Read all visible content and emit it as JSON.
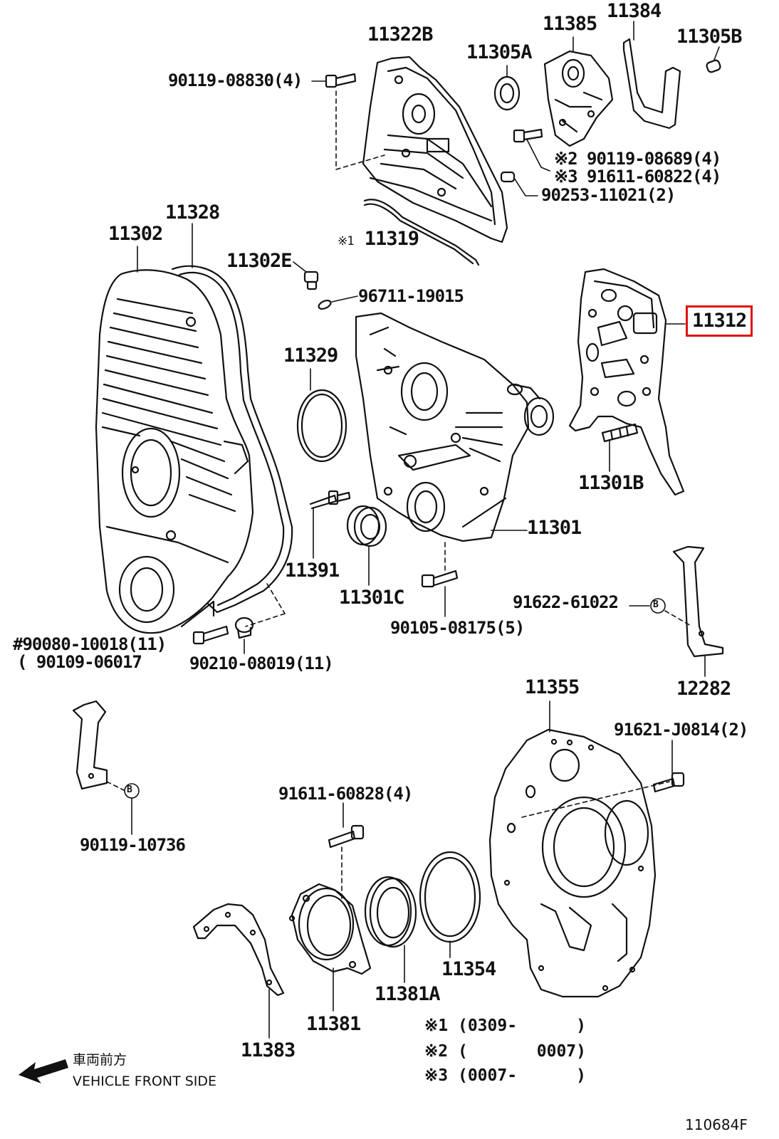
{
  "labels": {
    "l11322B": "11322B",
    "l11385": "11385",
    "l11384": "11384",
    "l11305A": "11305A",
    "l11305B": "11305B",
    "l9011908830": "90119-08830(4)",
    "l9011908689": "90119-08689(4)",
    "l9161160822": "91611-60822(4)",
    "l9025311021": "90253-11021(2)",
    "l11319": "11319",
    "l11328": "11328",
    "l11302": "11302",
    "l11302E": "11302E",
    "l9671119015": "96711-19015",
    "l11312": "11312",
    "l11329": "11329",
    "l11301B": "11301B",
    "l11301": "11301",
    "l11391": "11391",
    "l11301C": "11301C",
    "l9162261022": "91622-61022",
    "l9010508175": "90105-08175(5)",
    "l9008010018": "90080-10018(11)",
    "l9010906017": "90109-06017",
    "l9021008019": "90210-08019(11)",
    "l12282": "12282",
    "l11355": "11355",
    "l91621J0814": "91621-J0814(2)",
    "l9161160828": "91611-60828(4)",
    "l9011910736": "90119-10736",
    "l11354": "11354",
    "l11381A": "11381A",
    "l11381": "11381",
    "l11383": "11383"
  },
  "marks": {
    "hash": "#",
    "paren_open": "(",
    "note1_mark": "※1",
    "note2_mark": "※2",
    "note3_mark": "※3",
    "b_circle": "B"
  },
  "notes": {
    "n1": "※1 (0309-      )",
    "n2": "※2 (       0007)",
    "n3": "※3 (0007-      )"
  },
  "front": {
    "jp": "車両前方",
    "en": "VEHICLE FRONT SIDE"
  },
  "diagram_code": "110684F",
  "highlight_color": "#e01010"
}
